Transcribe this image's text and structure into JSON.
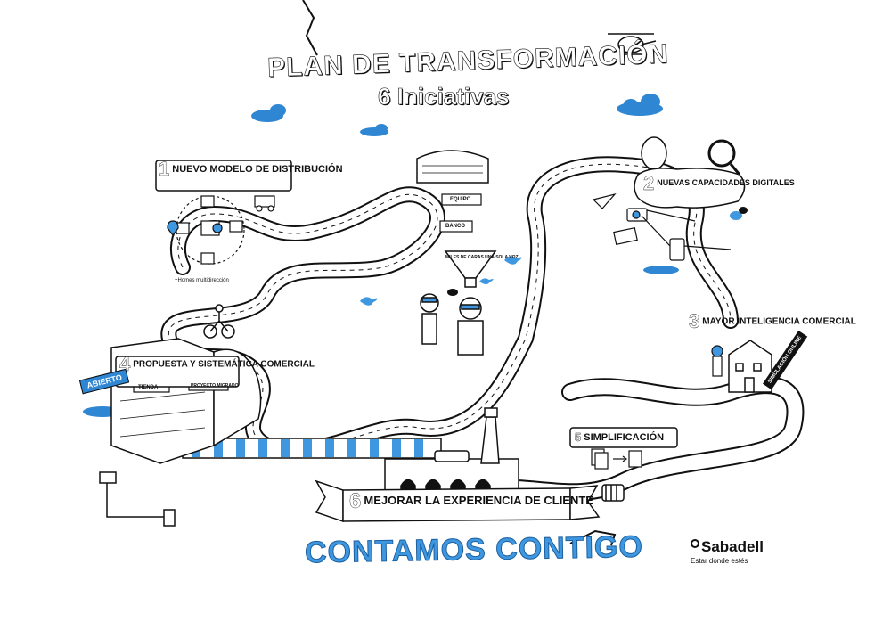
{
  "title": {
    "line1": "PLAN DE TRANSFORMACIÓN",
    "line2": "6 Iniciativas"
  },
  "initiatives": [
    {
      "number": "1",
      "label": "NUEVO MODELO DE DISTRIBUCIÓN"
    },
    {
      "number": "2",
      "label": "NUEVAS CAPACIDADES DIGITALES"
    },
    {
      "number": "3",
      "label": "MAYOR INTELIGENCIA COMERCIAL"
    },
    {
      "number": "4",
      "label": "PROPUESTA Y SISTEMÁTICA COMERCIAL"
    },
    {
      "number": "5",
      "label": "SIMPLIFICACIÓN"
    },
    {
      "number": "6",
      "label": "MEJORAR LA EXPERIENCIA DE CLIENTE"
    }
  ],
  "signs": {
    "abierto": "ABIERTO",
    "simulacion": "SIMULACIÓN ONLINE",
    "equipo": "EQUIPO",
    "banco": "BANCO",
    "miles": "MILES DE CARAS UNA SOLA VOZ",
    "multicanal": "+Homes multidirección",
    "tienda": "TIENDA",
    "proyecto": "PROYECTO MIGRADO"
  },
  "slogan": "CONTAMOS CONTIGO",
  "brand": {
    "name": "Sabadell",
    "tagline": "Estar donde estés"
  },
  "colors": {
    "accent_blue": "#3f97e0",
    "ink": "#111111",
    "cloud_blue": "#2f86d3"
  }
}
